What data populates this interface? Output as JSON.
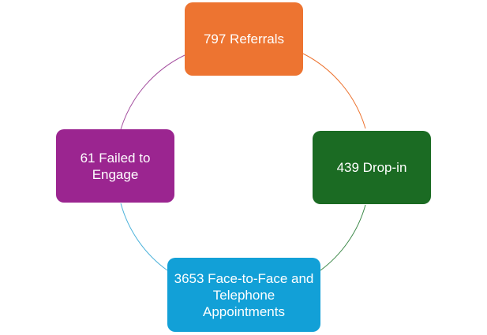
{
  "diagram": {
    "type": "cycle",
    "nodes": [
      {
        "id": "referrals",
        "label": "797 Referrals",
        "color": "#ED7431"
      },
      {
        "id": "dropin",
        "label": "439 Drop-in",
        "color": "#1B6B23"
      },
      {
        "id": "appointments",
        "label": "3653 Face-to-Face and Telephone Appointments",
        "color": "#12A0D7"
      },
      {
        "id": "failed",
        "label": "61 Failed to Engage",
        "color": "#9B2590"
      }
    ],
    "connectors": [
      {
        "from": "referrals",
        "to": "dropin",
        "color": "#ED7431"
      },
      {
        "from": "dropin",
        "to": "appointments",
        "color": "#3E8A4A"
      },
      {
        "from": "appointments",
        "to": "failed",
        "color": "#4DB3DB"
      },
      {
        "from": "failed",
        "to": "referrals",
        "color": "#A550A0"
      }
    ]
  }
}
